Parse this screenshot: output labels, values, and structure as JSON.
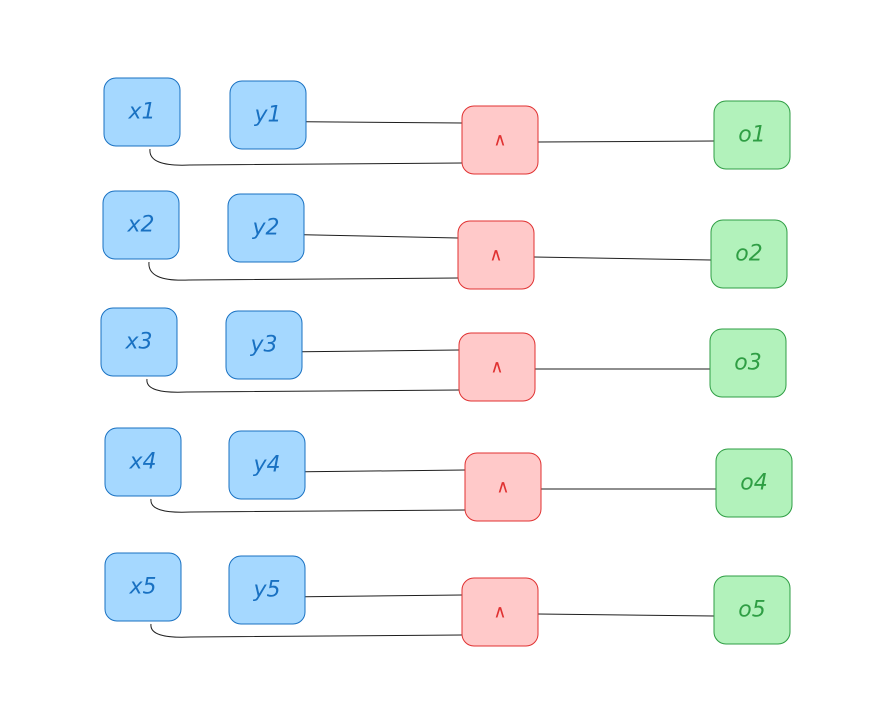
{
  "colors": {
    "input_fill": "#a5d8ff",
    "input_stroke": "#1971c2",
    "input_text": "#1971c2",
    "gate_fill": "#ffc9c9",
    "gate_stroke": "#e03131",
    "gate_text": "#e03131",
    "output_fill": "#b2f2bb",
    "output_stroke": "#2f9e44",
    "output_text": "#2f9e44",
    "wire": "#1e1e1e"
  },
  "rows": [
    {
      "x": "x1",
      "y": "y1",
      "op": "∧",
      "out": "o1"
    },
    {
      "x": "x2",
      "y": "y2",
      "op": "∧",
      "out": "o2"
    },
    {
      "x": "x3",
      "y": "y3",
      "op": "∧",
      "out": "o3"
    },
    {
      "x": "x4",
      "y": "y4",
      "op": "∧",
      "out": "o4"
    },
    {
      "x": "x5",
      "y": "y5",
      "op": "∧",
      "out": "o5"
    }
  ]
}
